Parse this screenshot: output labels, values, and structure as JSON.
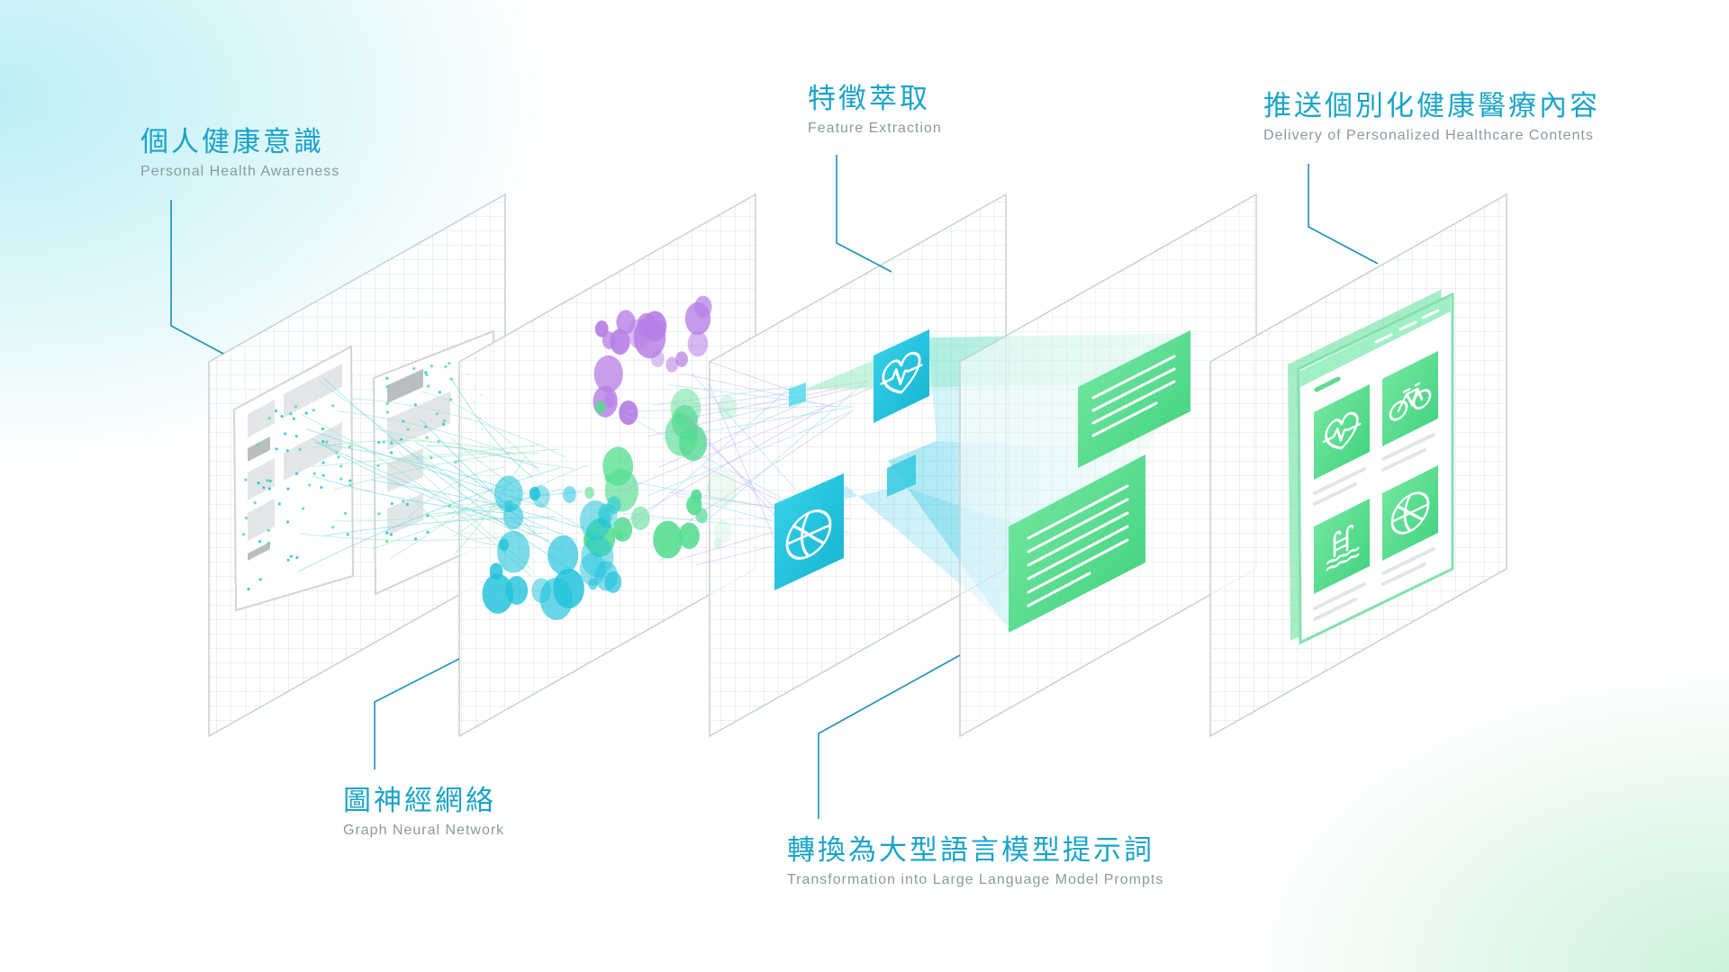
{
  "labels": {
    "personal_health": {
      "zh": "個人健康意識",
      "en": "Personal Health Awareness"
    },
    "gnn": {
      "zh": "圖神經網絡",
      "en": "Graph Neural Network"
    },
    "feature_extraction": {
      "zh": "特徵萃取",
      "en": "Feature Extraction"
    },
    "llm_prompts": {
      "zh": "轉換為大型語言模型提示詞",
      "en": "Transformation into Large Language Model Prompts"
    },
    "delivery": {
      "zh": "推送個別化健康醫療內容",
      "en": "Delivery of Personalized Healthcare Contents"
    }
  },
  "icons": {
    "feature_heart": "heart-pulse-icon",
    "feature_ball": "basketball-icon",
    "delivery_heart": "heart-pulse-icon",
    "delivery_bike": "bicycle-icon",
    "delivery_pool": "swimming-pool-icon",
    "delivery_ball": "basketball-icon"
  },
  "colors": {
    "label_zh": "#1aa3c9",
    "label_en": "#8a9aa0",
    "connector": "#1c8fb8",
    "grid": "#d7dde0",
    "cyan": "#22c3dc",
    "green": "#52dd8e",
    "purple": "#b77fe6"
  }
}
